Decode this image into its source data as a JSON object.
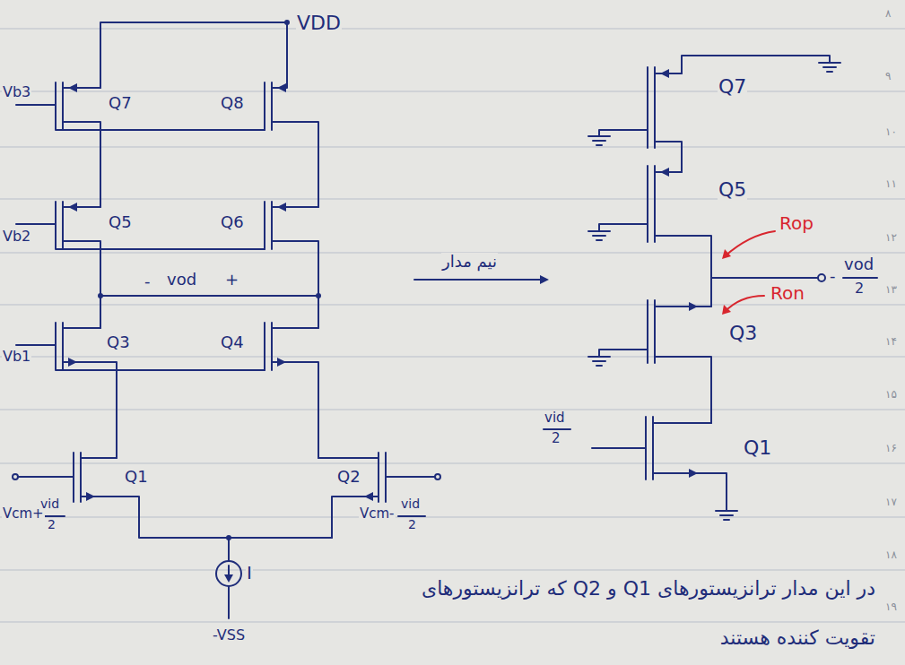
{
  "diagram": {
    "labels": [
      "۸",
      "۹",
      "۱۰",
      "۱۱",
      "۱۲",
      "۱۳",
      "۱۴",
      "۱۵",
      "۱۶",
      "۱۷",
      "۱۸",
      "۱۹",
      "VDD",
      "Vb3",
      "Q7",
      "Q8",
      "Vb2",
      "Q5",
      "Q6",
      "-",
      "vod",
      "+",
      "Vb1",
      "Q3",
      "Q4",
      "Q1",
      "Q2",
      "Vcm+",
      "vid",
      "2",
      "Vcm-",
      "vid",
      "2",
      "I",
      "-VSS",
      "Q7",
      "Q5",
      "Q3",
      "Q1",
      "Rop",
      "Ron",
      "-",
      "vod",
      "2",
      "vid",
      "2",
      "نیم مدار",
      "در این مدار ترانزیستورهای Q1 و Q2 که ترانزیستورهای",
      "تقویت کننده هستند"
    ]
  }
}
